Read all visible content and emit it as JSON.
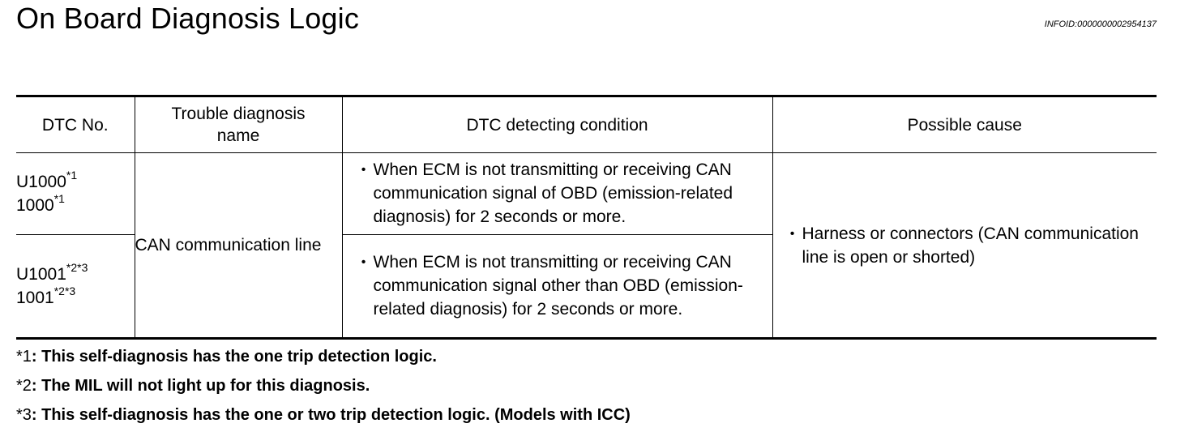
{
  "page": {
    "title": "On Board Diagnosis Logic",
    "info_id": "INFOID:0000000002954137"
  },
  "table": {
    "headers": {
      "dtc_no": "DTC No.",
      "name_line1": "Trouble diagnosis",
      "name_line2": "name",
      "condition": "DTC detecting condition",
      "cause": "Possible cause"
    },
    "rows": [
      {
        "codes": [
          {
            "code": "U1000",
            "note": "*1"
          },
          {
            "code": "1000",
            "note": "*1"
          }
        ],
        "condition": "When ECM is not transmitting or receiving CAN communication signal of OBD (emission-related diagnosis) for 2 seconds or more."
      },
      {
        "codes": [
          {
            "code": "U1001",
            "note": "*2*3"
          },
          {
            "code": "1001",
            "note": "*2*3"
          }
        ],
        "condition": "When ECM is not transmitting or receiving CAN communication signal other than OBD (emission-related diagnosis) for 2 seconds or more."
      }
    ],
    "name": "CAN communication line",
    "cause": "Harness or connectors (CAN communication line is open or shorted)",
    "bullet": "•"
  },
  "footnotes": [
    {
      "mark": "*1",
      "text": "This self-diagnosis has the one trip detection logic."
    },
    {
      "mark": "*2",
      "text": "The MIL will not light up for this diagnosis."
    },
    {
      "mark": "*3",
      "text": "This self-diagnosis has the one or two trip detection logic. (Models with ICC)"
    }
  ]
}
